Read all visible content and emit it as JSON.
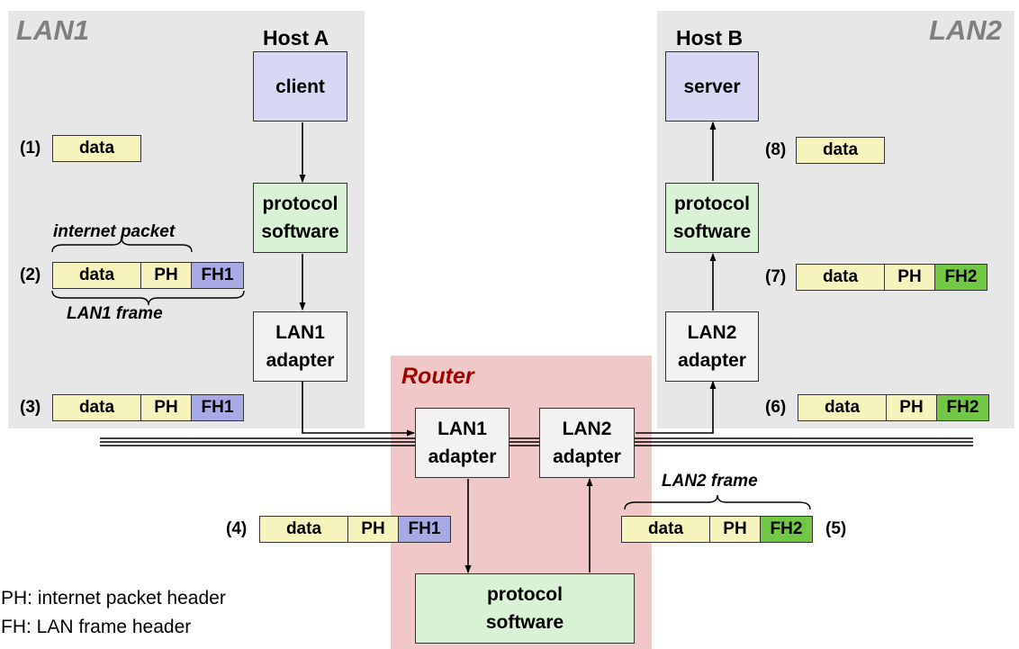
{
  "regions": {
    "lan1": "LAN1",
    "lan2": "LAN2",
    "router": "Router"
  },
  "hosts": {
    "a": "Host A",
    "b": "Host B"
  },
  "boxes": {
    "client": "client",
    "server": "server",
    "a_software": "protocol\nsoftware",
    "b_software": "protocol\nsoftware",
    "a_adapter": "LAN1\nadapter",
    "b_adapter": "LAN2\nadapter",
    "router_lan1": "LAN1\nadapter",
    "router_lan2": "LAN2\nadapter",
    "router_software": "protocol\nsoftware"
  },
  "steps": {
    "s1": "(1)",
    "s2": "(2)",
    "s3": "(3)",
    "s4": "(4)",
    "s5": "(5)",
    "s6": "(6)",
    "s7": "(7)",
    "s8": "(8)"
  },
  "packets": {
    "p1": [
      "data"
    ],
    "p2": [
      "data",
      "PH",
      "FH1"
    ],
    "p3": [
      "data",
      "PH",
      "FH1"
    ],
    "p4": [
      "data",
      "PH",
      "FH1"
    ],
    "p5": [
      "data",
      "PH",
      "FH2"
    ],
    "p6": [
      "data",
      "PH",
      "FH2"
    ],
    "p7": [
      "data",
      "PH",
      "FH2"
    ],
    "p8": [
      "data"
    ]
  },
  "annotations": {
    "internet_packet": "internet packet",
    "lan1_frame": "LAN1 frame",
    "lan2_frame": "LAN2 frame"
  },
  "legend": {
    "ph": "PH: internet packet header",
    "fh": "FH: LAN frame header"
  },
  "colors": {
    "lan_region": "#e7e7e7",
    "router_region": "#f0c8c8",
    "router_title": "#a00000",
    "app_box": "#d8d8f4",
    "software_box": "#d9f1d4",
    "data_cell": "#f6f3bd",
    "fh1_cell": "#a9a9e6",
    "fh2_cell": "#72c844"
  }
}
